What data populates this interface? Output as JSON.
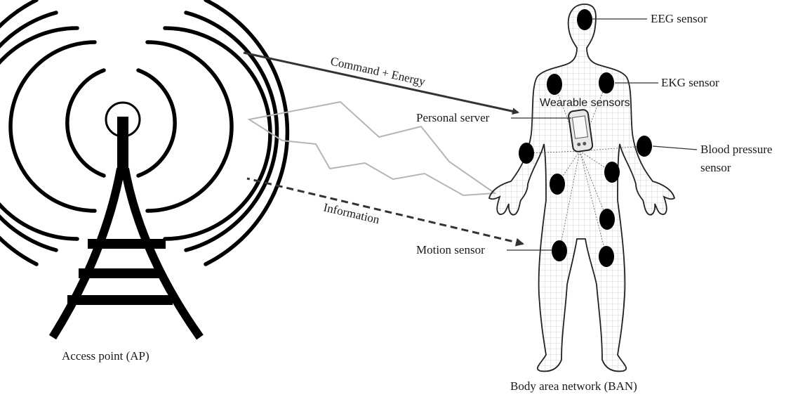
{
  "labels": {
    "eeg_sensor": "EEG sensor",
    "ekg_sensor": "EKG sensor",
    "wearable_sensors": "Wearable sensors",
    "personal_server": "Personal server",
    "blood_pressure_line1": "Blood pressure",
    "blood_pressure_line2": "sensor",
    "motion_sensor": "Motion sensor",
    "command_energy": "Command + Energy",
    "information": "Information",
    "access_point": "Access point (AP)",
    "body_area_network": "Body area network (BAN)"
  },
  "icons": {
    "antenna": "radio-tower-icon",
    "body": "human-body-icon",
    "server": "handheld-device-icon",
    "wireless": "lightning-bolt-icon"
  },
  "colors": {
    "ink": "#000000",
    "body_fill": "#ffffff",
    "grid": "#c8c8c8",
    "bolt": "#b5b5b5",
    "arrow": "#333333"
  }
}
